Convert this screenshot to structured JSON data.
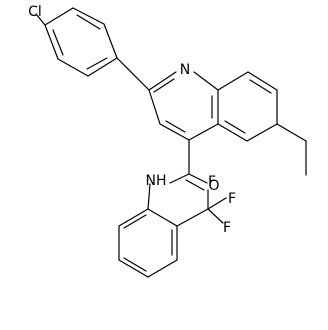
{
  "molecule": {
    "atom_labels": {
      "cl": "Cl",
      "n_ring": "N",
      "nh": "NH",
      "o": "O",
      "f1": "F",
      "f2": "F",
      "f3": "F"
    }
  }
}
